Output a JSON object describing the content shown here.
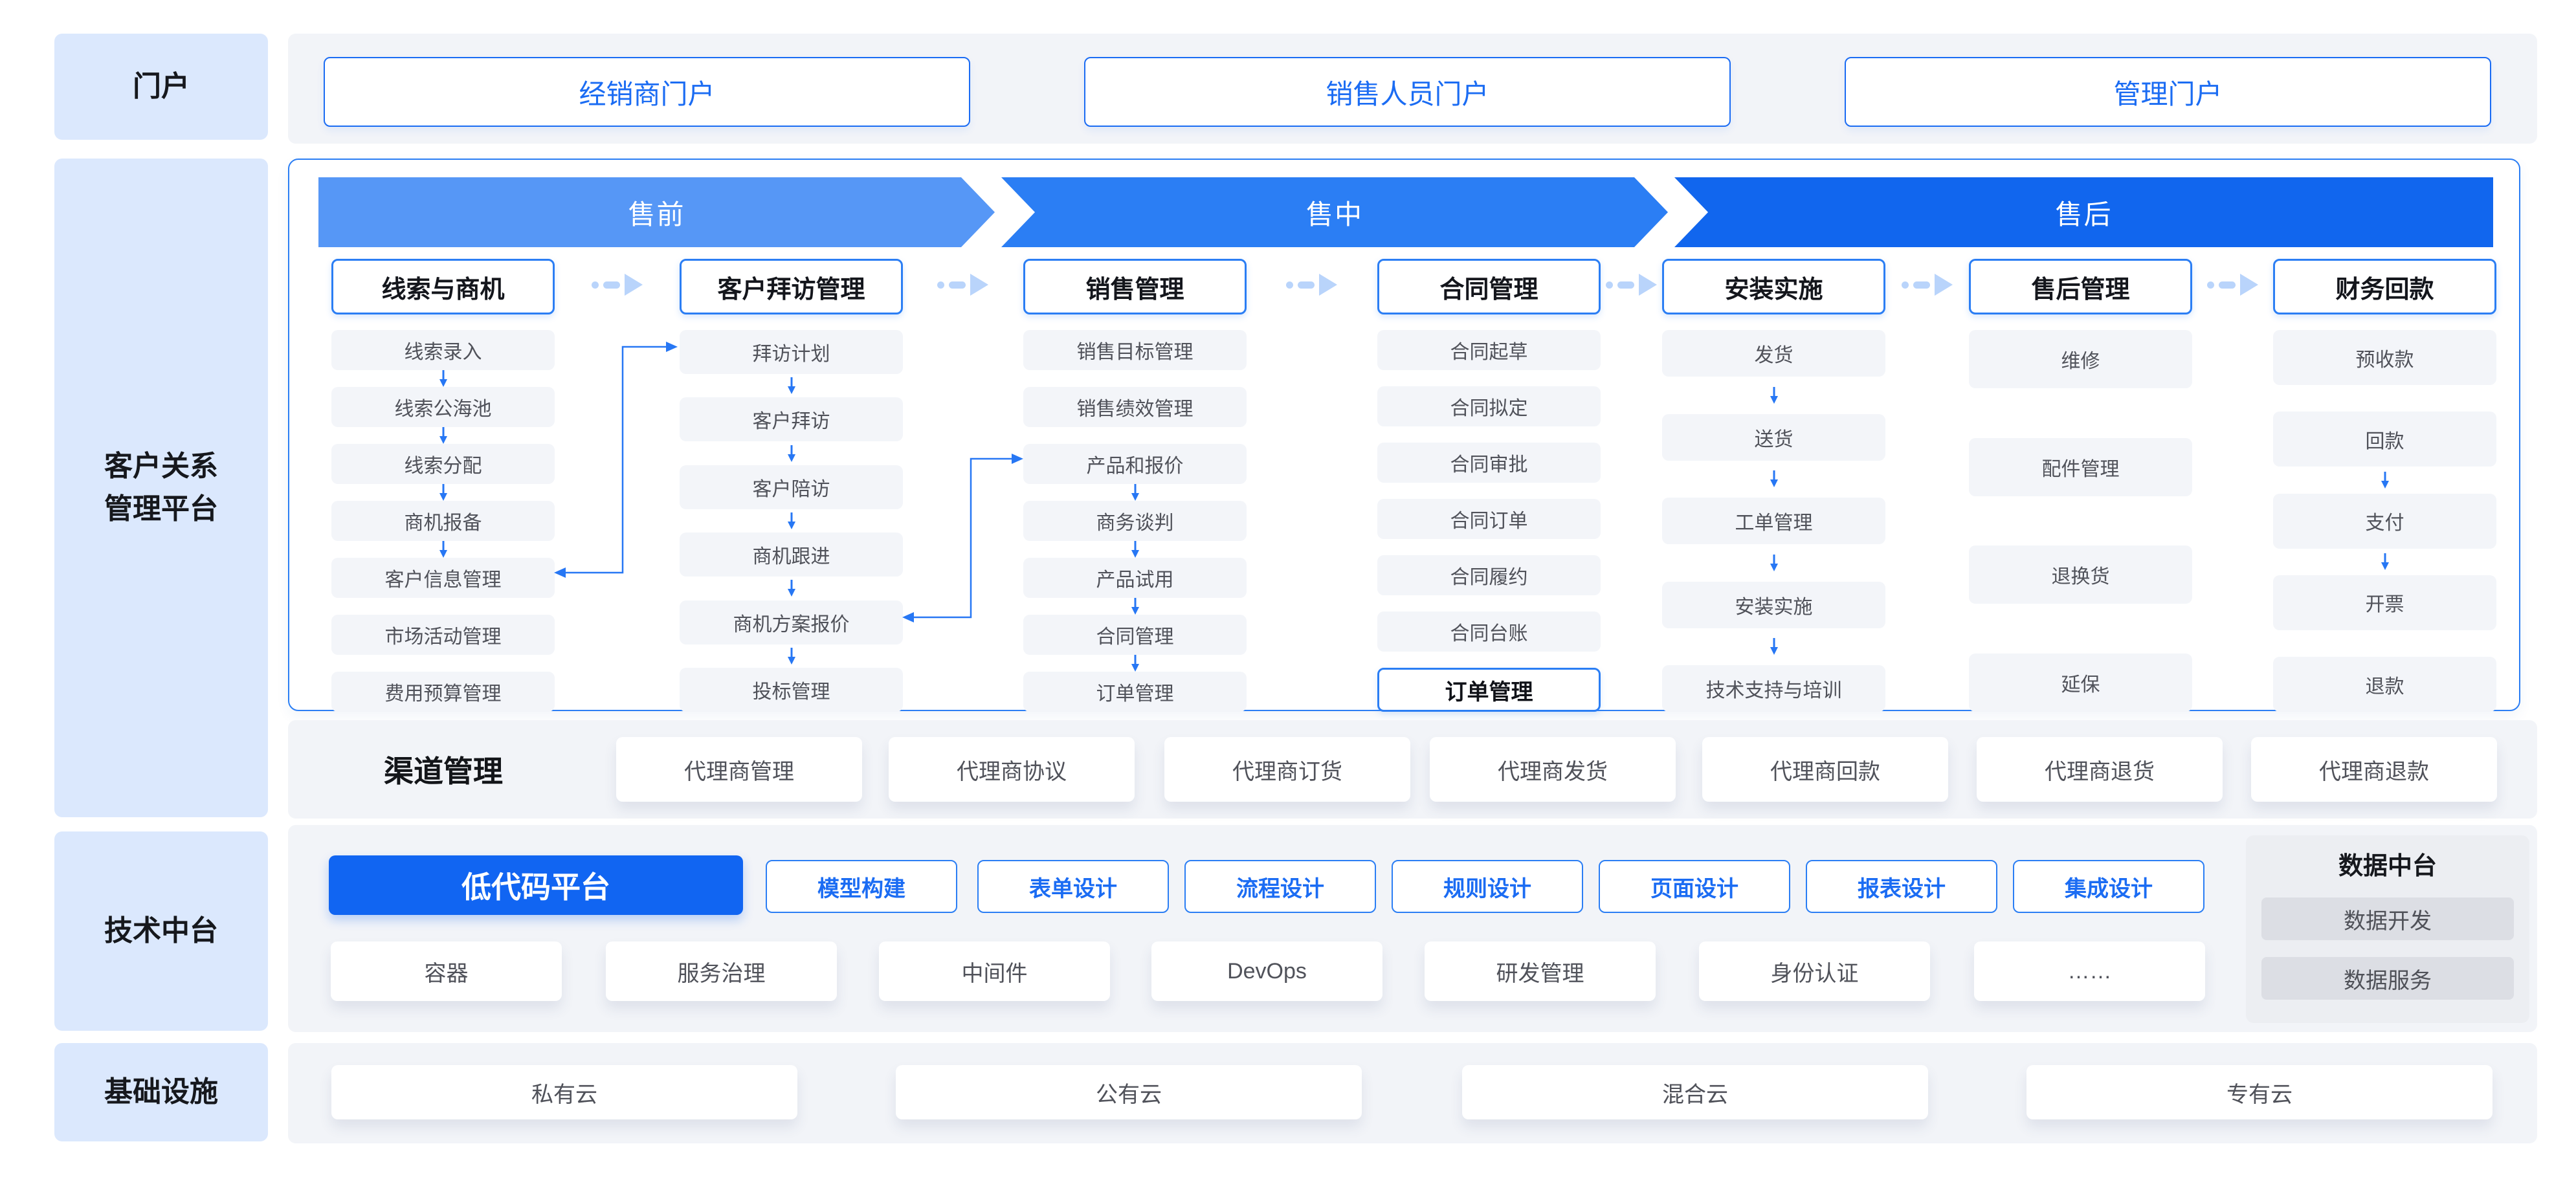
{
  "colors": {
    "accent_blue": "#1b6cf3",
    "chevron_presales": "#5697f6",
    "chevron_insales": "#2b7ef4",
    "chevron_aftersales": "#1166ee",
    "sidebar_bg": "#dbe8fd",
    "band_bg": "#f2f4f8",
    "item_bg": "#f3f5f9",
    "item_text": "#50525a",
    "arrow_blue": "#2777f4",
    "dashed_arrow": "#b9d4fb",
    "lowcode_bg": "#1165f2",
    "grey_button_bg": "#dcdee4",
    "data_panel_bg": "#eceef2"
  },
  "sidebar": {
    "portal": "门户",
    "crm": "客户关系\n管理平台",
    "tech": "技术中台",
    "infra": "基础设施"
  },
  "portal_band": {
    "buttons": [
      "经销商门户",
      "销售人员门户",
      "管理门户"
    ]
  },
  "crm": {
    "phases": [
      "售前",
      "售中",
      "售后"
    ],
    "columns": [
      {
        "header": "线索与商机",
        "items": [
          "线索录入",
          "线索公海池",
          "线索分配",
          "商机报备",
          "客户信息管理",
          "市场活动管理",
          "费用预算管理"
        ],
        "arrow_gaps": [
          0,
          1,
          2,
          3
        ]
      },
      {
        "header": "客户拜访管理",
        "items": [
          "拜访计划",
          "客户拜访",
          "客户陪访",
          "商机跟进",
          "商机方案报价",
          "投标管理"
        ],
        "arrow_gaps": [
          0,
          1,
          2,
          3,
          4
        ]
      },
      {
        "header": "销售管理",
        "items": [
          "销售目标管理",
          "销售绩效管理",
          "产品和报价",
          "商务谈判",
          "产品试用",
          "合同管理",
          "订单管理"
        ],
        "arrow_gaps": [
          2,
          3,
          4,
          5
        ]
      },
      {
        "header": "合同管理",
        "items": [
          "合同起草",
          "合同拟定",
          "合同审批",
          "合同订单",
          "合同履约",
          "合同台账",
          {
            "label": "订单管理",
            "highlight": true
          }
        ],
        "arrow_gaps": []
      },
      {
        "header": "安装实施",
        "items": [
          "发货",
          "送货",
          "工单管理",
          "安装实施",
          "技术支持与培训"
        ],
        "arrow_gaps": [
          0,
          1,
          2,
          3
        ]
      },
      {
        "header": "售后管理",
        "items": [
          "维修",
          "配件管理",
          "退换货",
          "延保"
        ],
        "arrow_gaps": []
      },
      {
        "header": "财务回款",
        "items": [
          "预收款",
          "回款",
          "支付",
          "开票",
          "退款"
        ],
        "arrow_gaps": [
          1,
          2
        ]
      }
    ],
    "connectors": [
      {
        "from": "客户信息管理",
        "to": "拜访计划"
      },
      {
        "from": "商机方案报价",
        "to": "产品和报价"
      }
    ]
  },
  "channel": {
    "label": "渠道管理",
    "items": [
      "代理商管理",
      "代理商协议",
      "代理商订货",
      "代理商发货",
      "代理商回款",
      "代理商退货",
      "代理商退款"
    ]
  },
  "tech": {
    "lowcode": "低代码平台",
    "design_tools": [
      "模型构建",
      "表单设计",
      "流程设计",
      "规则设计",
      "页面设计",
      "报表设计",
      "集成设计"
    ],
    "infra_tools": [
      "容器",
      "服务治理",
      "中间件",
      "DevOps",
      "研发管理",
      "身份认证",
      "……"
    ],
    "data_platform": {
      "title": "数据中台",
      "items": [
        "数据开发",
        "数据服务"
      ]
    }
  },
  "infra": {
    "items": [
      "私有云",
      "公有云",
      "混合云",
      "专有云"
    ]
  }
}
